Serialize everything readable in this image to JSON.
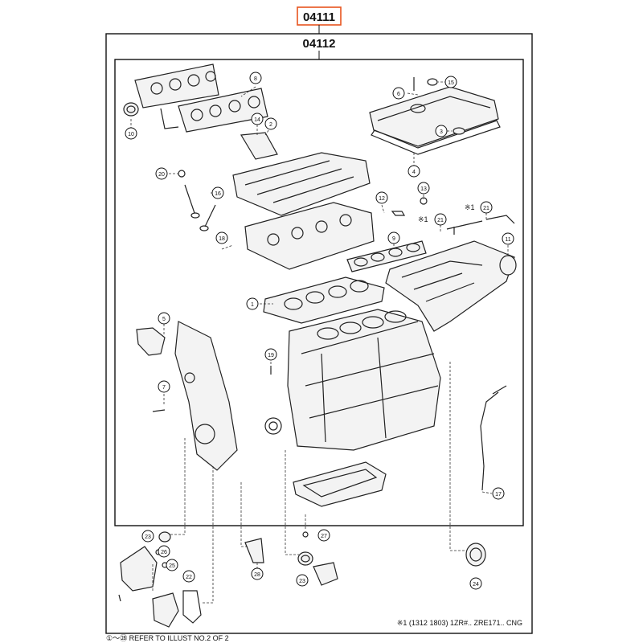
{
  "assembly": {
    "outer_part_no": "04111",
    "inner_part_no": "04112",
    "highlight_color": "#e8541e"
  },
  "callouts": [
    {
      "id": "c8",
      "label": "8"
    },
    {
      "id": "c10",
      "label": "10"
    },
    {
      "id": "c14",
      "label": "14"
    },
    {
      "id": "c2",
      "label": "2"
    },
    {
      "id": "c6",
      "label": "6"
    },
    {
      "id": "c15",
      "label": "15"
    },
    {
      "id": "c3",
      "label": "3"
    },
    {
      "id": "c4",
      "label": "4"
    },
    {
      "id": "c20",
      "label": "20"
    },
    {
      "id": "c16",
      "label": "16"
    },
    {
      "id": "c12",
      "label": "12"
    },
    {
      "id": "c13",
      "label": "13"
    },
    {
      "id": "c21a",
      "label": "21"
    },
    {
      "id": "c21b",
      "label": "21"
    },
    {
      "id": "c18",
      "label": "18"
    },
    {
      "id": "c9",
      "label": "9"
    },
    {
      "id": "c11",
      "label": "11"
    },
    {
      "id": "c1",
      "label": "1"
    },
    {
      "id": "c5",
      "label": "5"
    },
    {
      "id": "c19",
      "label": "19"
    },
    {
      "id": "c7",
      "label": "7"
    },
    {
      "id": "c17",
      "label": "17"
    },
    {
      "id": "c23a",
      "label": "23"
    },
    {
      "id": "c26",
      "label": "26"
    },
    {
      "id": "c25",
      "label": "25"
    },
    {
      "id": "c22",
      "label": "22"
    },
    {
      "id": "c27",
      "label": "27"
    },
    {
      "id": "c28",
      "label": "28"
    },
    {
      "id": "c23b",
      "label": "23"
    },
    {
      "id": "c24",
      "label": "24"
    }
  ],
  "markers": {
    "note_mark_1": "※1",
    "note_mark_2": "※1"
  },
  "footnote": "※1  (1312  1803) 1ZR#.. ZRE171.. CNG",
  "refer_note": "①～㉘ REFER TO ILLUST NO.2 OF 2"
}
